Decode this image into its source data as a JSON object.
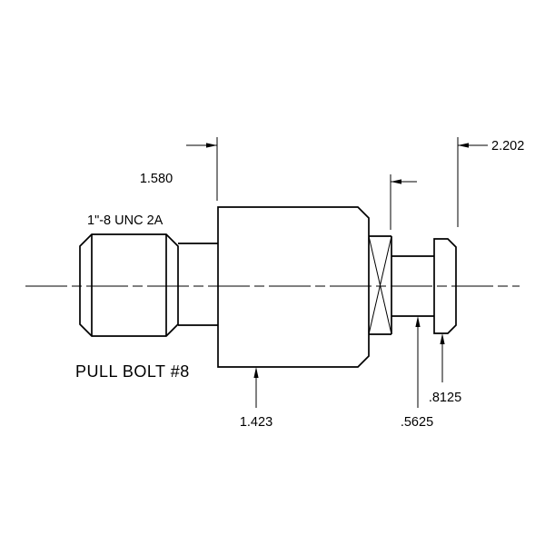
{
  "drawing": {
    "part_name": "PULL BOLT #8",
    "thread_label": "1\"-8 UNC 2A",
    "dims": {
      "shank_length": "1.580",
      "overall_length": "2.202",
      "body_diameter": "1.423",
      "groove_diameter": ".5625",
      "head_diameter": ".8125"
    },
    "colors": {
      "line": "#000000",
      "background": "#ffffff"
    }
  }
}
